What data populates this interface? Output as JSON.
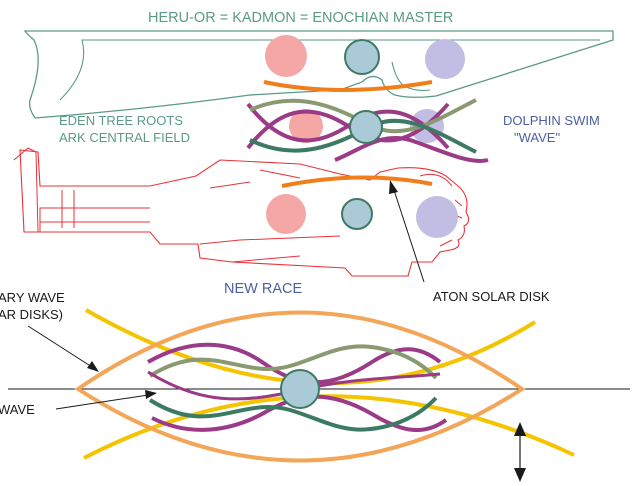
{
  "labels": {
    "title": "HERU-OR = KADMON = ENOCHIAN MASTER",
    "eden_tree_roots": "EDEN TREE ROOTS",
    "ark_central_field": "ARK CENTRAL FIELD",
    "dolphin_swim": "DOLPHIN SWIM",
    "wave_quote": "\"WAVE\"",
    "new_race": "NEW RACE",
    "aton_solar_disk": "ATON SOLAR DISK",
    "ary_wave": "ARY WAVE",
    "ar_disks": "AR DISKS)",
    "wave": "WAVE"
  },
  "colors": {
    "title_green": "#5a9a86",
    "slate_blue": "#4b5fa0",
    "outline_red": "#e8333a",
    "pink_disk": "#f4a7a4",
    "lilac_disk": "#c2bde3",
    "center_disk_fill": "#a9cad6",
    "center_disk_stroke": "#3f7a64",
    "orange": "#f07e1a",
    "purple_wave": "#9b3a86",
    "olive_wave": "#8a9a70",
    "teal_wave": "#3c7a63",
    "yellow": "#f5c400",
    "peach_lens": "#f3a657",
    "black": "#1a1a1a"
  }
}
